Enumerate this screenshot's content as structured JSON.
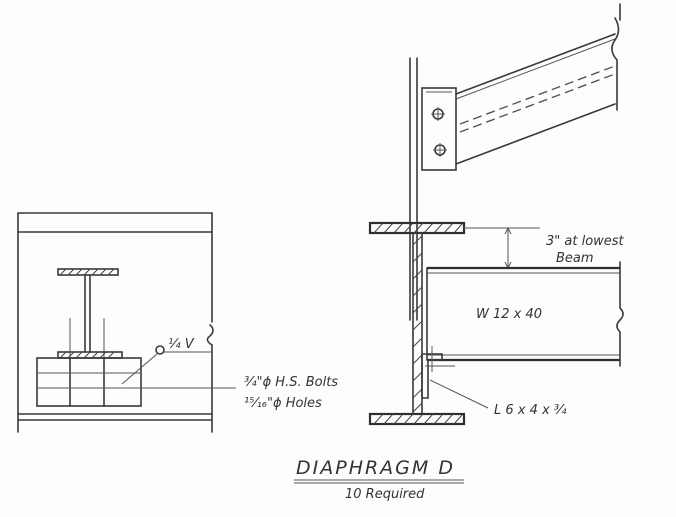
{
  "labels": {
    "dim_note_line1": "3\" at lowest",
    "dim_note_line2": "Beam",
    "beam_size": "W 12 x 40",
    "bolts_line1": "¾\"ϕ H.S. Bolts",
    "bolts_line2": "¹⁵⁄₁₆\"ϕ Holes",
    "angle": "L 6 x 4 x ¾",
    "weld_mark": "¼ V"
  },
  "title": {
    "main": "DIAPHRAGM   D",
    "sub": "10 Required"
  },
  "colors": {
    "ink": "#3a3a3a",
    "paper": "#fdfdfb"
  }
}
